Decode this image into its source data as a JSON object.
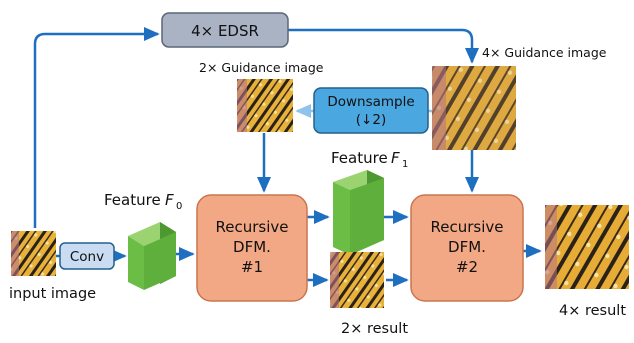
{
  "nodes": {
    "edsr": "4× EDSR",
    "downsample_line1": "Downsample",
    "downsample_line2": "(↓2)",
    "conv": "Conv",
    "dfm1": [
      "Recursive",
      "DFM.",
      "#1"
    ],
    "dfm2": [
      "Recursive",
      "DFM.",
      "#2"
    ]
  },
  "labels": {
    "guidance_2x": "2× Guidance image",
    "guidance_4x": "4× Guidance image",
    "feature_f0": "Feature",
    "feature_f0_symbol": "F",
    "feature_f0_sub": "0",
    "feature_f1": "Feature",
    "feature_f1_symbol": "F",
    "feature_f1_sub": "1",
    "input": "input image",
    "result_2x": "2×  result",
    "result_4x": "4×  result"
  },
  "colors": {
    "edsr_fill": "#a9b3c3",
    "downsample_fill": "#4aa7e0",
    "conv_fill": "#c9dcf2",
    "dfm_fill": "#f2a884",
    "dfm_stroke": "#c8764f",
    "feature_front": "#6bbd45",
    "feature_top": "#9ad370",
    "feature_side": "#4e9832",
    "arrow": "#1e6fbf",
    "arrow_light": "#8fc4ea"
  }
}
